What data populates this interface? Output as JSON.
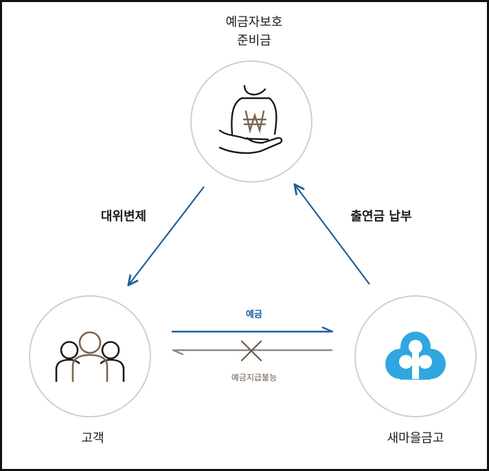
{
  "nodes": {
    "fund": {
      "label_line1": "예금자보호",
      "label_line2": "준비금",
      "icon": "hand-holding-won-bag-icon"
    },
    "customer": {
      "label": "고객",
      "icon": "people-group-icon"
    },
    "saemaeul": {
      "label": "새마을금고",
      "icon": "saemaeul-cloud-logo-icon"
    }
  },
  "edges": {
    "fund_to_customer": "대위변제",
    "saemaeul_to_fund": "출연금 납부",
    "customer_to_saemaeul": "예금",
    "saemaeul_to_customer": "예금지급불능"
  },
  "colors": {
    "arrow_blue": "#1e5f99",
    "arrow_gray": "#8a8a8a",
    "brown": "#7a6450",
    "circle_border": "#cfcfcf",
    "logo_blue": "#2fa7e0"
  }
}
